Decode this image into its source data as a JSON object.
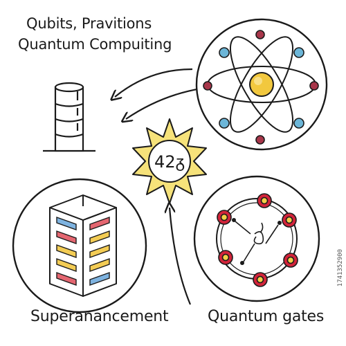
{
  "title": {
    "line1": "Qubits, Pravitions",
    "line2": "Quantum Compuiting"
  },
  "captions": {
    "left": "Superanancement",
    "right": "Quantum gates"
  },
  "badge": {
    "text": "42ᵹ"
  },
  "stock_id": "1741352900",
  "colors": {
    "outline": "#1a1a1a",
    "sun_yellow": "#f6e27a",
    "nucleus_yellow": "#f2c83e",
    "electron_blue": "#6cb6d8",
    "electron_red": "#a8364a",
    "gate_red": "#d2243a",
    "gate_inner": "#f4cf47",
    "server_blue": "#7eb3e0",
    "server_red": "#e46670",
    "server_yellow": "#f3cc54"
  },
  "icons": [
    "server-database-icon",
    "atom-icon",
    "sun-badge-icon",
    "data-tower-icon",
    "quantum-gate-ring-icon",
    "arrow-icon"
  ]
}
